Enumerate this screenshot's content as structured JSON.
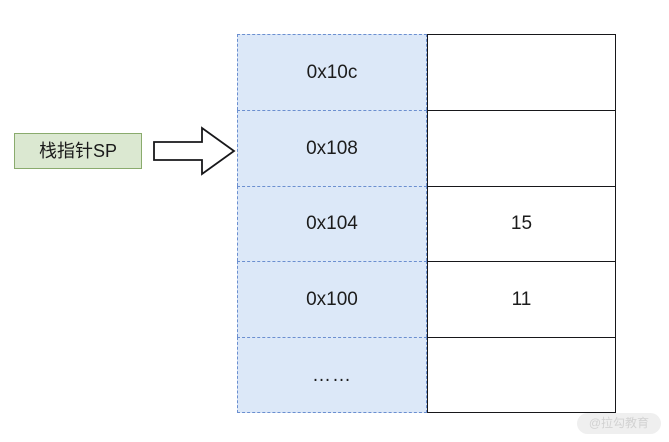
{
  "diagram": {
    "pointer": {
      "label": "栈指针SP",
      "arrow_icon": "right-block-arrow-icon",
      "points_to_row_index": 1,
      "box_fill": "#dbe8d1",
      "box_border": "#8aab6d"
    },
    "memory_table": {
      "address_column": {
        "fill": "#dce8f8",
        "border_color": "#6b8fd0",
        "border_style": "dashed"
      },
      "value_column": {
        "fill": "#ffffff",
        "border_color": "#17171a",
        "border_style": "solid"
      },
      "rows": [
        {
          "address": "0x10c",
          "value": ""
        },
        {
          "address": "0x108",
          "value": ""
        },
        {
          "address": "0x104",
          "value": "15"
        },
        {
          "address": "0x100",
          "value": "11"
        },
        {
          "address": "……",
          "value": ""
        }
      ]
    }
  },
  "watermark": {
    "text": "@拉勾教育"
  }
}
